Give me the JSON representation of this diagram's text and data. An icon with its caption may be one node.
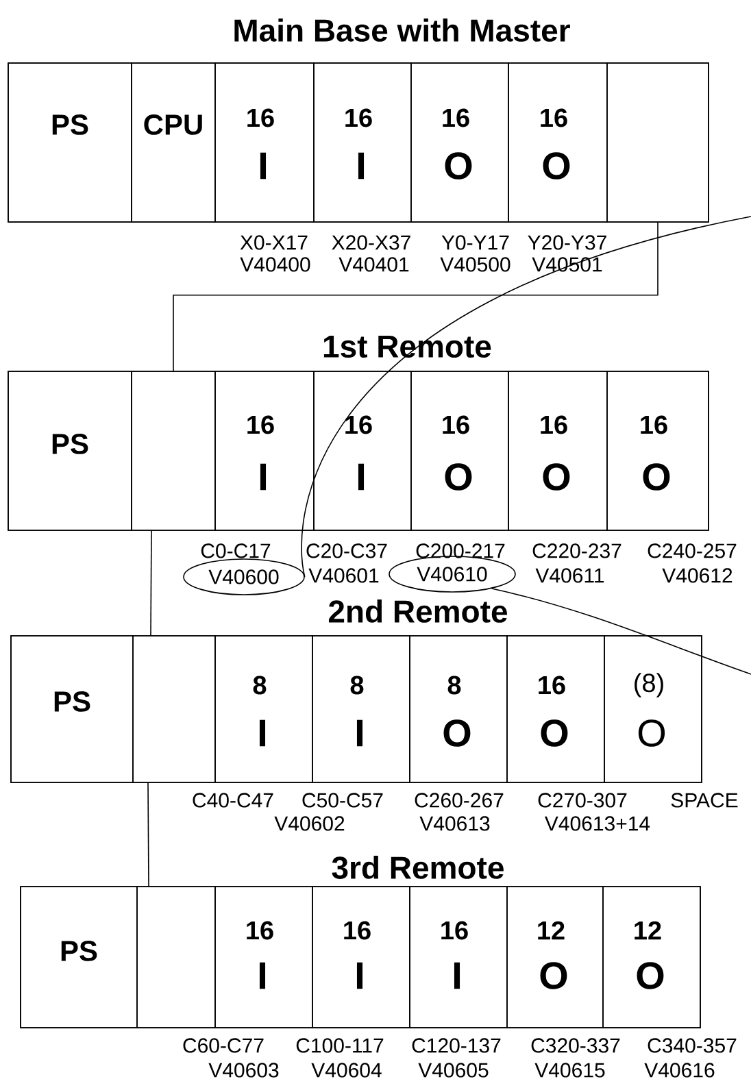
{
  "diagram": {
    "nodes": [
      {
        "text": [
          "Main Base with Master"
        ]
      },
      {
        "text": [
          "PS"
        ],
        "in": 0
      },
      {
        "text": [
          "CPU"
        ],
        "in": 0
      },
      {
        "text": [
          "16",
          "I"
        ],
        "in": 0
      },
      {
        "text": [
          "16",
          "I"
        ],
        "in": 0
      },
      {
        "text": [
          "16",
          "O"
        ],
        "in": 0
      },
      {
        "text": [
          "16",
          "O"
        ],
        "in": 0
      },
      {
        "text": [],
        "shape": "box",
        "in": 0
      },
      {
        "text": [
          "1st Remote"
        ]
      },
      {
        "text": [
          "PS"
        ],
        "in": 8
      },
      {
        "text": [],
        "shape": "box",
        "in": 8
      },
      {
        "text": [
          "16",
          "I"
        ],
        "in": 8
      },
      {
        "text": [
          "16",
          "I"
        ],
        "in": 8
      },
      {
        "text": [
          "16",
          "O"
        ],
        "in": 8
      },
      {
        "text": [
          "16",
          "O"
        ],
        "in": 8
      },
      {
        "text": [
          "16",
          "O"
        ],
        "in": 8
      },
      {
        "text": [
          "2nd Remote"
        ]
      },
      {
        "text": [
          "PS"
        ],
        "in": 16
      },
      {
        "text": [],
        "shape": "box",
        "in": 16
      },
      {
        "text": [
          "8",
          "I"
        ],
        "in": 16
      },
      {
        "text": [
          "8",
          "I"
        ],
        "in": 16
      },
      {
        "text": [
          "8",
          "O"
        ],
        "in": 16
      },
      {
        "text": [
          "16",
          "O"
        ],
        "in": 16
      },
      {
        "text": [
          "(8)",
          "O"
        ],
        "in": 16
      },
      {
        "text": [
          "3rd Remote"
        ]
      },
      {
        "text": [
          "PS"
        ],
        "in": 24
      },
      {
        "text": [],
        "shape": "box",
        "in": 24
      },
      {
        "text": [
          "16",
          "I"
        ],
        "in": 24
      },
      {
        "text": [
          "16",
          "I"
        ],
        "in": 24
      },
      {
        "text": [
          "16",
          "I"
        ],
        "in": 24
      },
      {
        "text": [
          "12",
          "O"
        ],
        "in": 24
      },
      {
        "text": [
          "12",
          "O"
        ],
        "in": 24
      },
      {
        "text": [
          "V40600"
        ]
      },
      {
        "text": [
          "V40610"
        ]
      }
    ],
    "edges": [
      {
        "from": 7,
        "to": 10,
        "arrow": "none"
      },
      {
        "from": 10,
        "to": 18,
        "arrow": "none"
      },
      {
        "from": 18,
        "to": 26,
        "arrow": "none"
      },
      {
        "from": 32,
        "to": null,
        "arrow": "none"
      },
      {
        "from": 33,
        "to": null,
        "arrow": "none"
      }
    ],
    "labels": [
      "X0-X17",
      "X20-X37",
      "Y0-Y17",
      "Y20-Y37",
      "V40400",
      "V40401",
      "V40500",
      "V40501",
      "C0-C17",
      "C20-C37",
      "C200-217",
      "C220-237",
      "C240-257",
      "V40601",
      "V40611",
      "V40612",
      "C40-C47",
      "C50-C57",
      "C260-267",
      "C270-307",
      "SPACE",
      "V40602",
      "V40613",
      "V40613+14",
      "C60-C77",
      "C100-117",
      "C120-137",
      "C320-337",
      "C340-357",
      "V40603",
      "V40604",
      "V40605",
      "V40615",
      "V40616"
    ]
  }
}
